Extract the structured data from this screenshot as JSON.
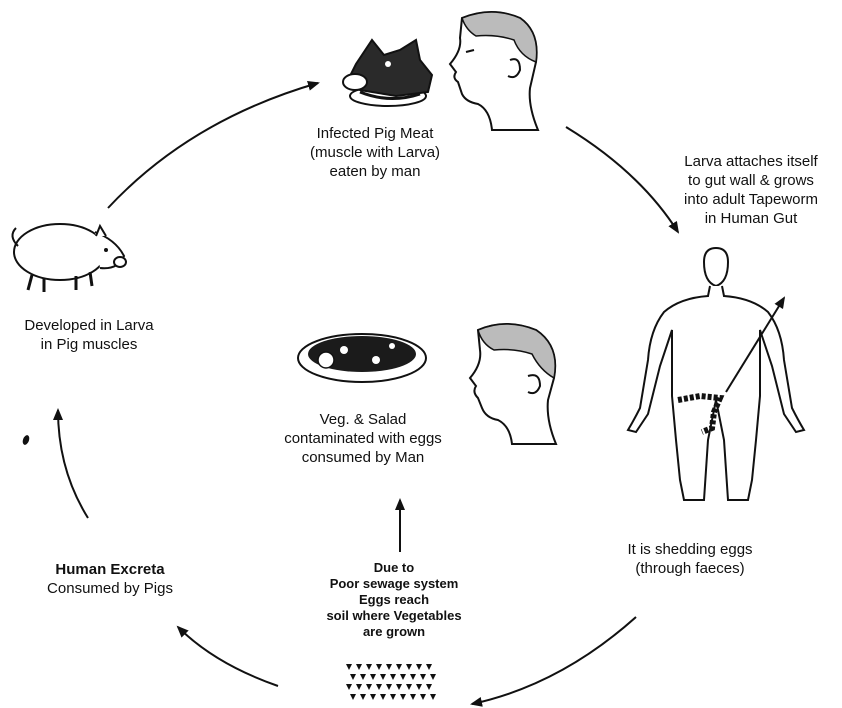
{
  "cycle": {
    "pig_meat": [
      "Infected Pig Meat",
      "(muscle with Larva)",
      "eaten by man"
    ],
    "attach": [
      "Larva attaches itself",
      "to gut wall & grows",
      "into adult Tapeworm",
      "in Human Gut"
    ],
    "pig_larva": [
      "Developed in Larva",
      "in Pig muscles"
    ],
    "veg": [
      "Veg. & Salad",
      "contaminated with eggs",
      "consumed by Man"
    ],
    "shedding": [
      "It is shedding eggs",
      "(through faeces)"
    ],
    "excreta": [
      "Human Excreta",
      "Consumed by Pigs"
    ],
    "sewage": [
      "Due to",
      "Poor sewage system",
      "Eggs reach",
      "soil where Vegetables",
      "are grown"
    ]
  }
}
